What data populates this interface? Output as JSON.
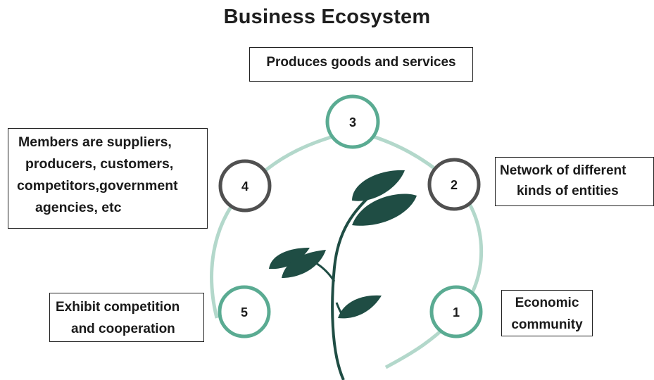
{
  "title": "Business Ecosystem",
  "nodes": [
    {
      "number": "1",
      "text": "Economic community",
      "lines": [
        "Economic",
        "community"
      ],
      "ring_color": "#5aab92"
    },
    {
      "number": "2",
      "text": "Network of different kinds of entities",
      "lines": [
        "Network of different",
        "kinds of entities"
      ],
      "ring_color": "#505050"
    },
    {
      "number": "3",
      "text": "Produces goods and services",
      "lines": [
        "Produces goods and services"
      ],
      "ring_color": "#5aab92"
    },
    {
      "number": "4",
      "text": "Members are suppliers, producers, customers, competitors,government agencies, etc",
      "lines": [
        "Members are suppliers,",
        "producers, customers,",
        "competitors,government",
        "agencies, etc"
      ],
      "ring_color": "#505050"
    },
    {
      "number": "5",
      "text": "Exhibit competition and cooperation",
      "lines": [
        "Exhibit competition",
        "and cooperation"
      ],
      "ring_color": "#5aab92"
    }
  ],
  "colors": {
    "arc": "#b3d8cb",
    "plant": "#1f4d44",
    "text": "#1a1a1a"
  }
}
